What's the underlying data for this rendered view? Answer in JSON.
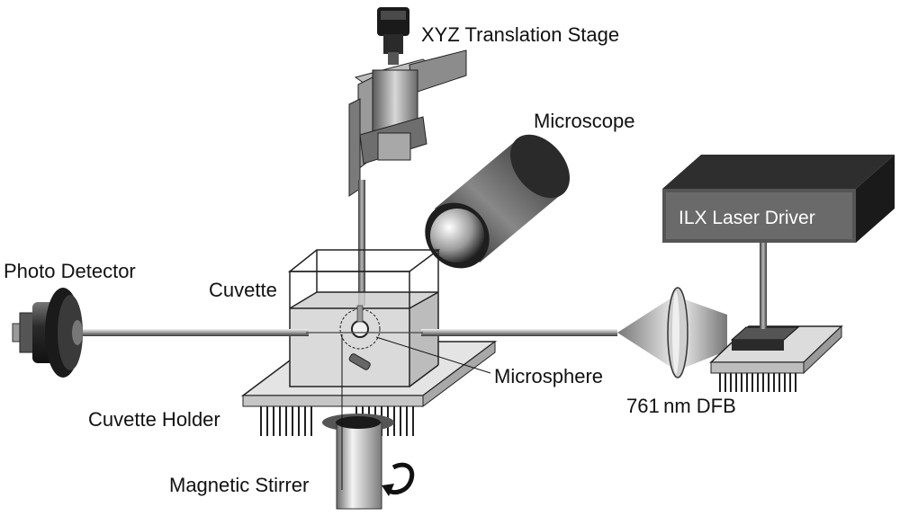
{
  "labels": {
    "xyz_stage": "XYZ Translation Stage",
    "microscope": "Microscope",
    "laser_driver": "ILX Laser Driver",
    "photo_detector": "Photo Detector",
    "cuvette": "Cuvette",
    "microsphere": "Microsphere",
    "dfb_laser": "761 nm DFB",
    "cuvette_holder": "Cuvette Holder",
    "magnetic_stirrer": "Magnetic Stirrer"
  },
  "icons": {
    "stirrer_rotation": "curved-arrow-icon"
  }
}
